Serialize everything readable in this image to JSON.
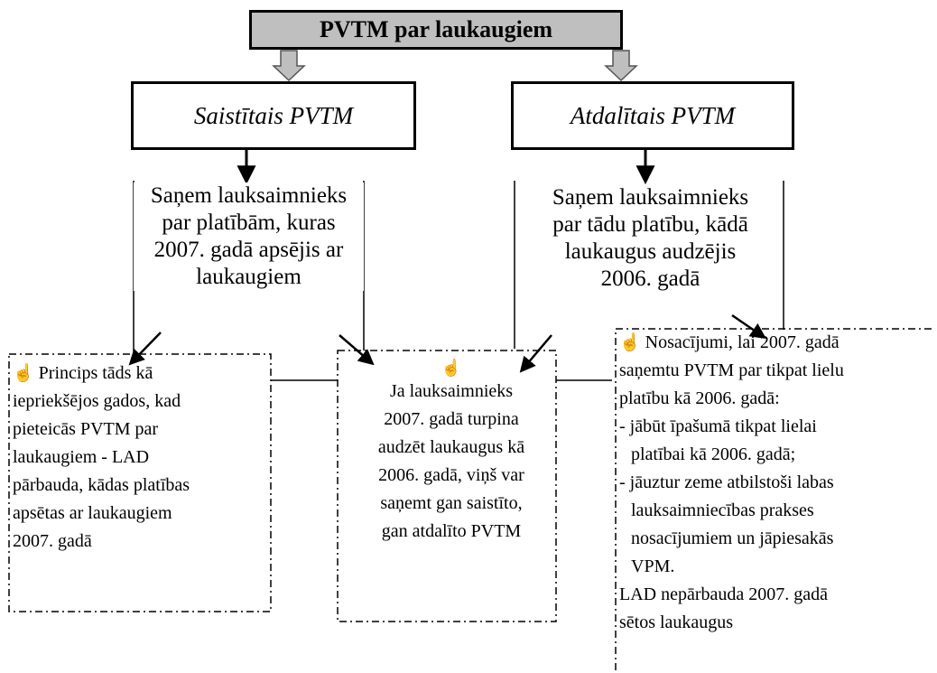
{
  "diagram": {
    "title": "PVTM par laukaugiem",
    "left_branch": {
      "label": "Saistītais PVTM",
      "description": [
        "Saņem lauksaimnieks",
        "par platībām, kuras",
        "2007. gadā apsējis ar",
        "laukaugiem"
      ]
    },
    "right_branch": {
      "label": "Atdalītais PVTM",
      "description": [
        "Saņem lauksaimnieks",
        "par tādu platību, kādā",
        "laukaugus audzējis",
        "2006. gadā"
      ]
    },
    "notes": {
      "pin_glyph": "☝",
      "left": [
        "Princips tāds kā",
        "iepriekšējos gados, kad",
        "pieteicās PVTM par",
        "laukaugiem - LAD",
        "pārbauda, kādas platības",
        "apsētas ar laukaugiem",
        "2007. gadā"
      ],
      "center": [
        "Ja lauksaimnieks",
        "2007. gadā turpina",
        "audzēt laukaugus kā",
        "2006. gadā, viņš var",
        "saņemt gan saistīto,",
        "gan atdalīto PVTM"
      ],
      "right": [
        "Nosacījumi, lai 2007. gadā",
        "saņemtu PVTM par tikpat lielu",
        "platību kā 2006. gadā:",
        "- jābūt īpašumā tikpat lielai",
        "platībai kā 2006. gadā;",
        "- jāuztur zeme atbilstoši labas",
        "lauksaimniecības prakses",
        "nosacījumiem un jāpiesakās",
        "VPM.",
        "LAD nepārbauda 2007. gadā",
        "sētos laukaugus"
      ]
    }
  }
}
